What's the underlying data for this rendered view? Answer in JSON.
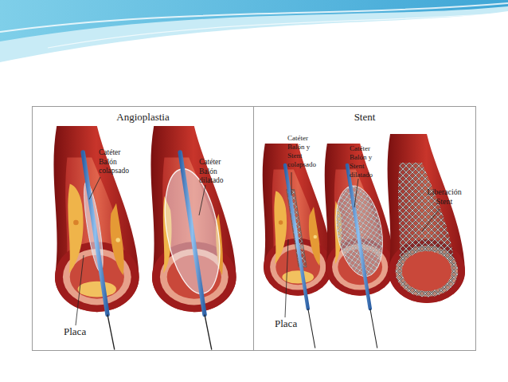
{
  "diagram": {
    "nodes": [
      {
        "text": [
          "Angioplastia"
        ]
      },
      {
        "text": [
          "Stent"
        ]
      }
    ],
    "labels": [
      "Catéter Balón colapsado",
      "Placa",
      "Catéter Balón dilatado",
      "Catéter Balón y Stent colapsado",
      "Placa",
      "Catéter Balón y Stent dilatado",
      "Liberación Stent"
    ]
  }
}
